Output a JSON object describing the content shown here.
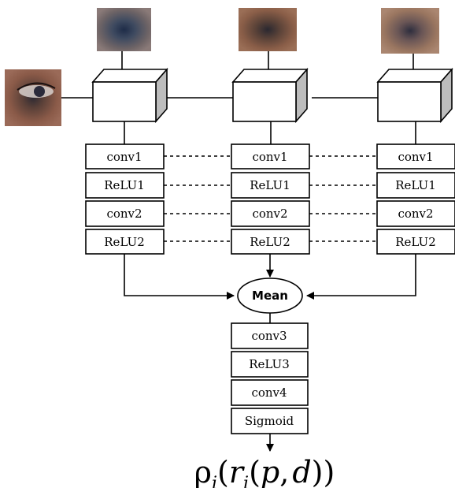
{
  "branch_layers": [
    "conv1",
    "ReLU1",
    "conv2",
    "ReLU2"
  ],
  "merge_node": "Mean",
  "head_layers": [
    "conv3",
    "ReLU3",
    "conv4",
    "Sigmoid"
  ],
  "output_formula": {
    "rho": "ρ",
    "sub": "i",
    "open_outer": "(",
    "r": "r",
    "open_inner": "(",
    "p": "p",
    "comma": ",",
    "d": "d",
    "close": "))"
  },
  "images": [
    {
      "name": "reference-eye-image",
      "skin": "#8a5a48",
      "dark": "#3a2a2a"
    },
    {
      "name": "view-eye-image-1",
      "skin": "#7a6a68",
      "dark": "#2a3a55"
    },
    {
      "name": "view-eye-image-2",
      "skin": "#8a5e48",
      "dark": "#3a2e30"
    },
    {
      "name": "view-eye-image-3",
      "skin": "#9a7660",
      "dark": "#3a3440"
    }
  ],
  "colors": {
    "cube_front": "#ffffff",
    "cube_top": "#ffffff",
    "cube_side": "#bdbdbd",
    "stroke": "#000000"
  }
}
